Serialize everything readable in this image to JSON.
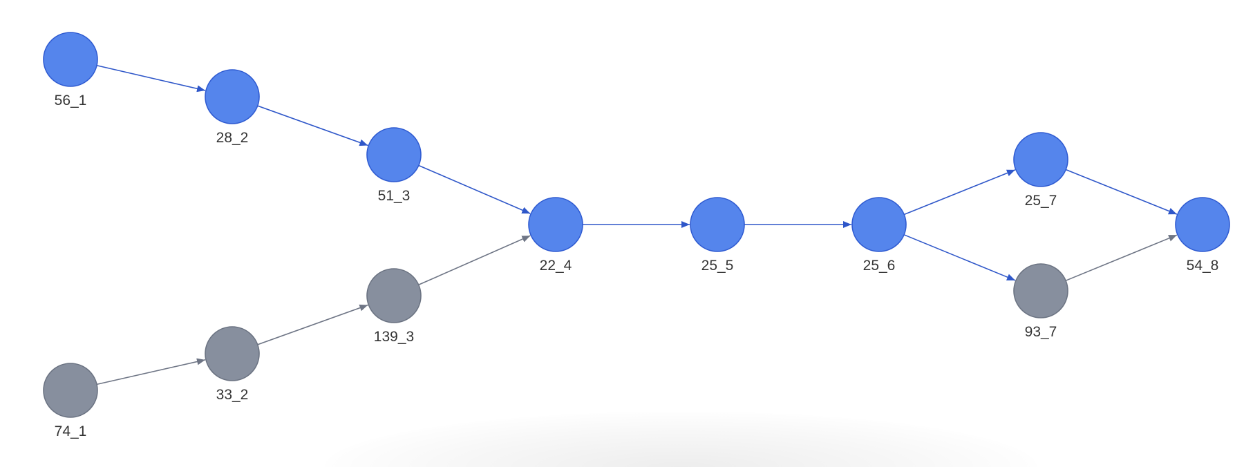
{
  "colors": {
    "active": "#5585ec",
    "active_stroke": "#2f5bd1",
    "active_edge": "#2f57c9",
    "inactive": "#878f9e",
    "inactive_stroke": "#6b7382",
    "inactive_edge": "#6e7585",
    "label": "#333333"
  },
  "nodes": [
    {
      "id": "56_1",
      "label": "56_1",
      "status": "active"
    },
    {
      "id": "28_2",
      "label": "28_2",
      "status": "active"
    },
    {
      "id": "51_3",
      "label": "51_3",
      "status": "active"
    },
    {
      "id": "22_4",
      "label": "22_4",
      "status": "active"
    },
    {
      "id": "25_5",
      "label": "25_5",
      "status": "active"
    },
    {
      "id": "25_6",
      "label": "25_6",
      "status": "active"
    },
    {
      "id": "25_7",
      "label": "25_7",
      "status": "active"
    },
    {
      "id": "54_8",
      "label": "54_8",
      "status": "active"
    },
    {
      "id": "74_1",
      "label": "74_1",
      "status": "inactive"
    },
    {
      "id": "33_2",
      "label": "33_2",
      "status": "inactive"
    },
    {
      "id": "139_3",
      "label": "139_3",
      "status": "inactive"
    },
    {
      "id": "93_7",
      "label": "93_7",
      "status": "inactive"
    }
  ],
  "edges": [
    {
      "from": "56_1",
      "to": "28_2",
      "status": "active"
    },
    {
      "from": "28_2",
      "to": "51_3",
      "status": "active"
    },
    {
      "from": "51_3",
      "to": "22_4",
      "status": "active"
    },
    {
      "from": "22_4",
      "to": "25_5",
      "status": "active"
    },
    {
      "from": "25_5",
      "to": "25_6",
      "status": "active"
    },
    {
      "from": "25_6",
      "to": "25_7",
      "status": "active"
    },
    {
      "from": "25_6",
      "to": "93_7",
      "status": "active"
    },
    {
      "from": "25_7",
      "to": "54_8",
      "status": "active"
    },
    {
      "from": "74_1",
      "to": "33_2",
      "status": "inactive"
    },
    {
      "from": "33_2",
      "to": "139_3",
      "status": "inactive"
    },
    {
      "from": "139_3",
      "to": "22_4",
      "status": "inactive"
    },
    {
      "from": "93_7",
      "to": "54_8",
      "status": "inactive"
    }
  ]
}
